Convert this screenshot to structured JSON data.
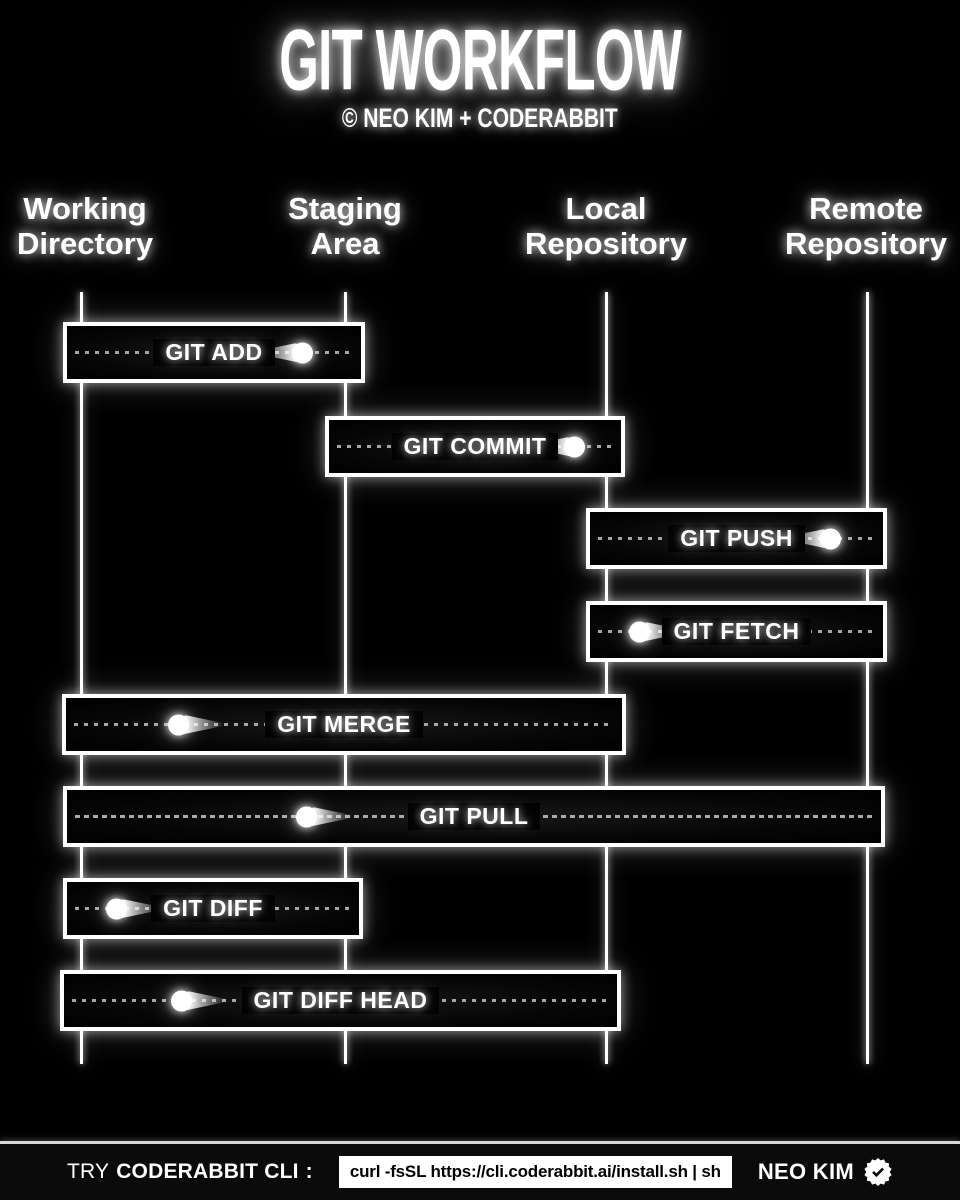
{
  "title": "GIT WORKFLOW",
  "subtitle": "© NEO KIM + CODERABBIT",
  "columns": [
    {
      "id": "working-directory",
      "line1": "Working",
      "line2": "Directory"
    },
    {
      "id": "staging-area",
      "line1": "Staging",
      "line2": "Area"
    },
    {
      "id": "local-repository",
      "line1": "Local",
      "line2": "Repository"
    },
    {
      "id": "remote-repository",
      "line1": "Remote",
      "line2": "Repository"
    }
  ],
  "commands": [
    {
      "label": "GIT ADD",
      "from": "Working Directory",
      "to": "Staging Area",
      "direction": "right"
    },
    {
      "label": "GIT COMMIT",
      "from": "Staging Area",
      "to": "Local Repository",
      "direction": "right"
    },
    {
      "label": "GIT PUSH",
      "from": "Local Repository",
      "to": "Remote Repository",
      "direction": "right"
    },
    {
      "label": "GIT FETCH",
      "from": "Remote Repository",
      "to": "Local Repository",
      "direction": "left"
    },
    {
      "label": "GIT MERGE",
      "from": "Local Repository",
      "to": "Working Directory",
      "direction": "left"
    },
    {
      "label": "GIT PULL",
      "from": "Remote Repository",
      "to": "Working Directory",
      "direction": "left"
    },
    {
      "label": "GIT DIFF",
      "from": "Staging Area",
      "to": "Working Directory",
      "direction": "left"
    },
    {
      "label": "GIT DIFF HEAD",
      "from": "Local Repository",
      "to": "Working Directory",
      "direction": "left"
    }
  ],
  "footer": {
    "try_prefix": "TRY",
    "try_bold": "CODERABBIT CLI",
    "try_suffix": ":",
    "command": "curl -fsSL https://cli.coderabbit.ai/install.sh | sh",
    "author": "NEO KIM",
    "badge_icon": "verified-badge"
  },
  "colors": {
    "background": "#000000",
    "foreground": "#ffffff",
    "dotted_line": "#a6a6a6",
    "footer_background": "#0b0b0b",
    "footer_divider": "#d6d6d6",
    "pill_background": "#ffffff",
    "pill_text": "#000000"
  }
}
